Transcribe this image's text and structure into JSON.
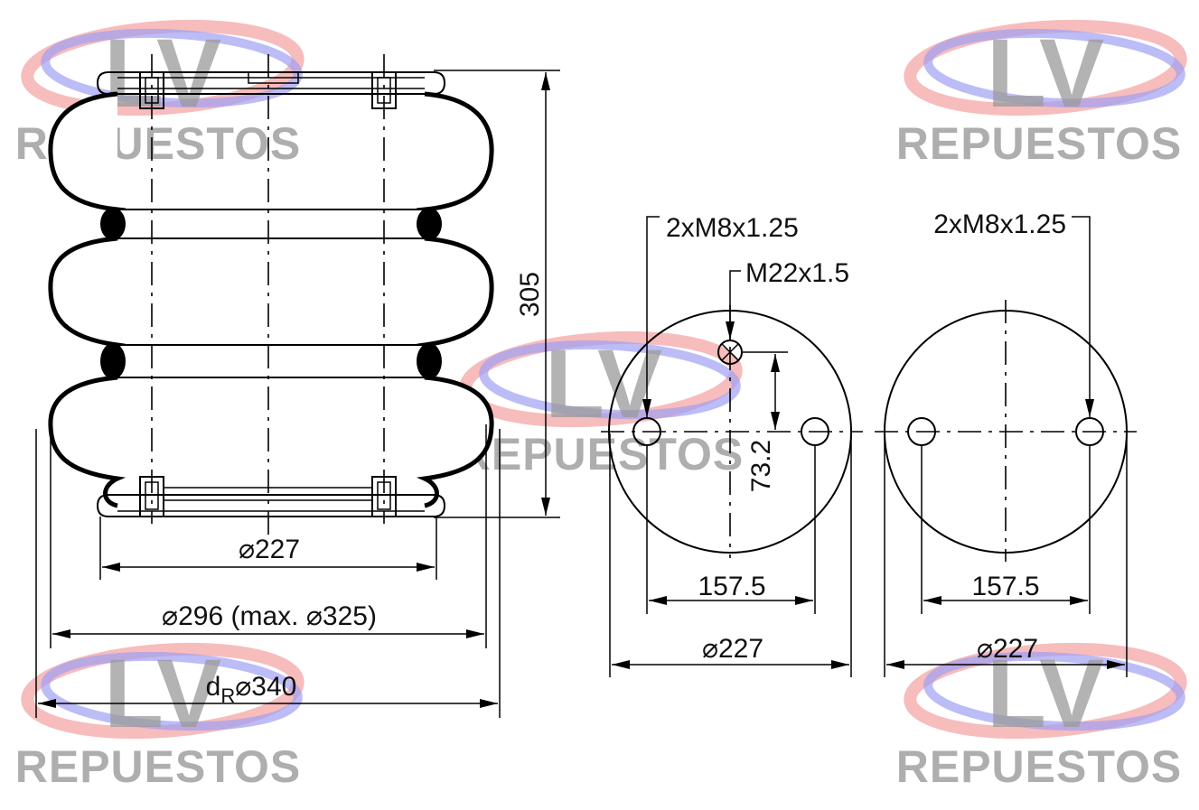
{
  "watermark": {
    "logo": "LV",
    "text": "REPUESTOS",
    "colors": {
      "red": "#f08a8a",
      "blue": "#8a8af0",
      "gray": "#9a9a9a"
    }
  },
  "side_view": {
    "height": "305",
    "dia_plate": "227",
    "dia_nominal": "296 (max.",
    "dia_max": "325)",
    "dr_prefix": "d",
    "dr_sub": "R",
    "dia_r": "340"
  },
  "top_plate": {
    "thread_holes": "2xM8x1.25",
    "thread_center": "M22x1.5",
    "offset": "73.2",
    "hole_spacing": "157.5",
    "dia": "227"
  },
  "bottom_plate": {
    "thread_holes": "2xM8x1.25",
    "hole_spacing": "157.5",
    "dia": "227"
  },
  "symbols": {
    "diameter": "⌀"
  }
}
